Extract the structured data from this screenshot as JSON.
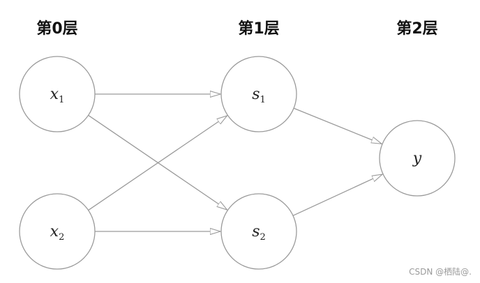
{
  "layers": [
    {
      "id": "layer0",
      "label": "第0层"
    },
    {
      "id": "layer1",
      "label": "第1层"
    },
    {
      "id": "layer2",
      "label": "第2层"
    }
  ],
  "nodes": {
    "x1": {
      "var": "x",
      "sub": "1"
    },
    "x2": {
      "var": "x",
      "sub": "2"
    },
    "s1": {
      "var": "s",
      "sub": "1"
    },
    "s2": {
      "var": "s",
      "sub": "2"
    },
    "y": {
      "var": "y",
      "sub": ""
    }
  },
  "edges": [
    {
      "from": "x1",
      "to": "s1"
    },
    {
      "from": "x1",
      "to": "s2"
    },
    {
      "from": "x2",
      "to": "s1"
    },
    {
      "from": "x2",
      "to": "s2"
    },
    {
      "from": "s1",
      "to": "y"
    },
    {
      "from": "s2",
      "to": "y"
    }
  ],
  "colors": {
    "stroke": "#9a9a9a",
    "text": "#111111"
  },
  "watermark": "CSDN @栖陆@."
}
